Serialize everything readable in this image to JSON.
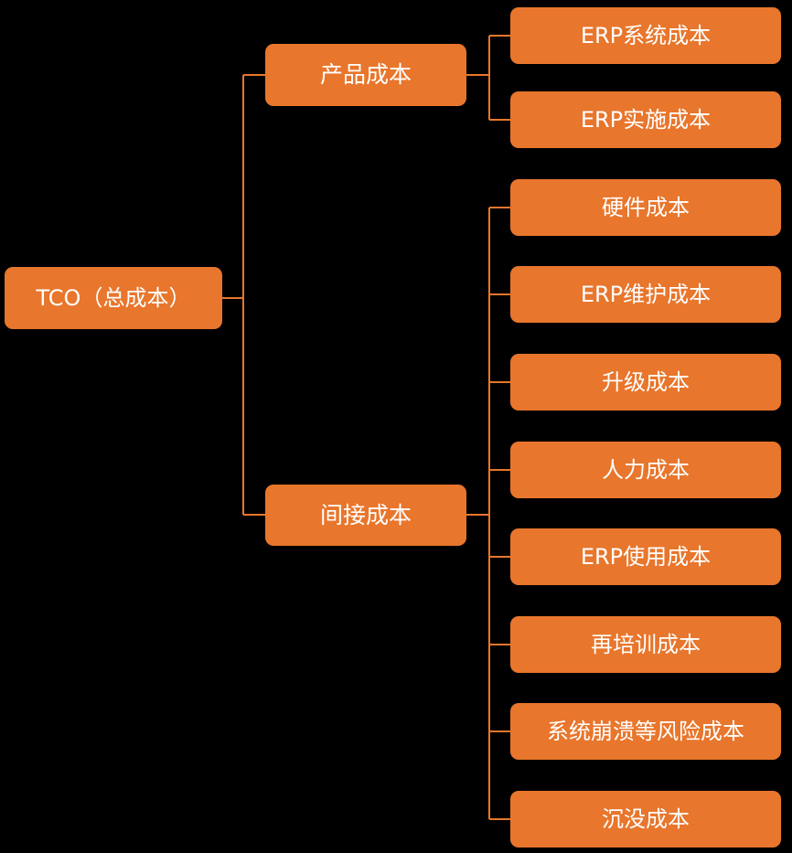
{
  "diagram": {
    "title": "TCO cost breakdown tree",
    "colors": {
      "background": "#000000",
      "node_fill": "#E8762C",
      "line": "#E8762C",
      "text": "#FFFFFF"
    },
    "root": {
      "label": "TCO（总成本）"
    },
    "branches": [
      {
        "label": "产品成本",
        "children": [
          "ERP系统成本",
          "ERP实施成本"
        ]
      },
      {
        "label": "间接成本",
        "children": [
          "硬件成本",
          "ERP维护成本",
          "升级成本",
          "人力成本",
          "ERP使用成本",
          "再培训成本",
          "系统崩溃等风险成本",
          "沉没成本"
        ]
      }
    ]
  }
}
